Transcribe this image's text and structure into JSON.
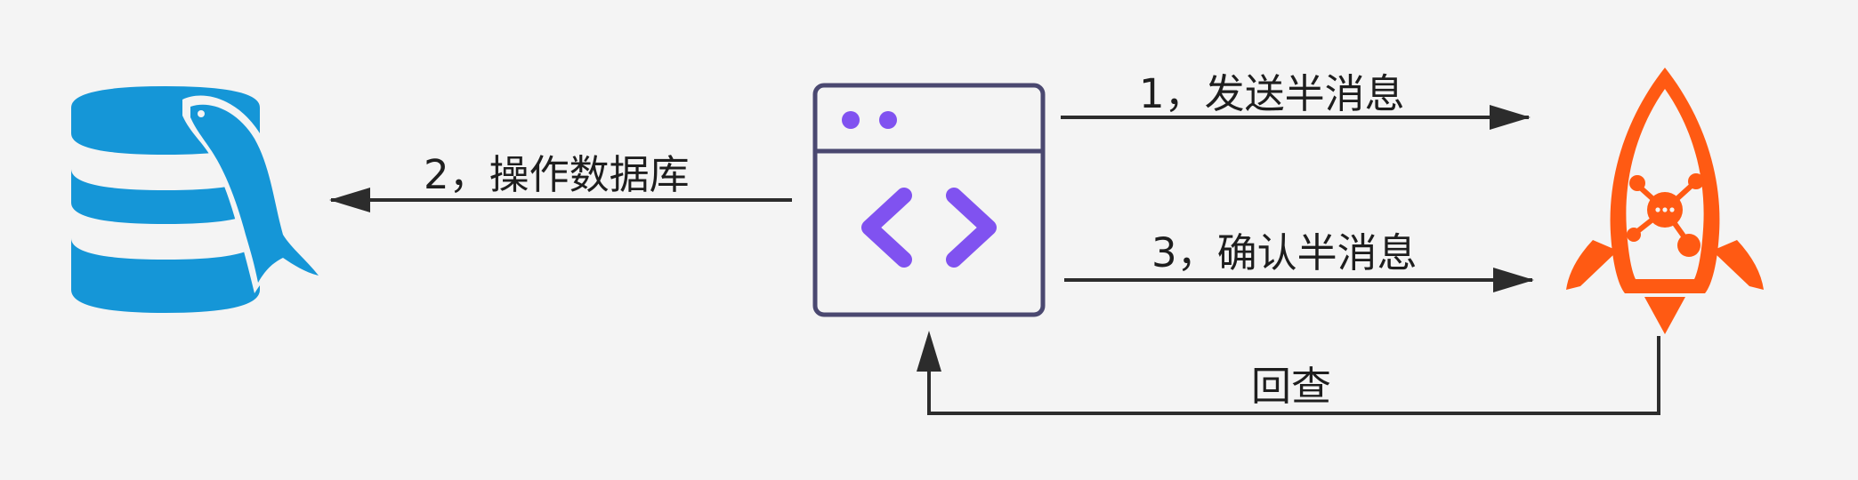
{
  "diagram": {
    "nodes": {
      "database": {
        "icon": "mysql-database-icon"
      },
      "app": {
        "icon": "code-window-icon"
      },
      "mq": {
        "icon": "rocketmq-rocket-icon"
      }
    },
    "edges": {
      "send_half": {
        "label": "1，发送半消息"
      },
      "operate_db": {
        "label": "2，操作数据库"
      },
      "confirm_half": {
        "label": "3，确认半消息"
      },
      "check_back": {
        "label": "回查"
      }
    }
  },
  "colors": {
    "background": "#f4f4f4",
    "mysql_blue": "#1596d7",
    "window_frame": "#4a4870",
    "code_purple": "#8052f0",
    "rocket_orange": "#ff5a13",
    "arrow": "#2c2c2c"
  }
}
